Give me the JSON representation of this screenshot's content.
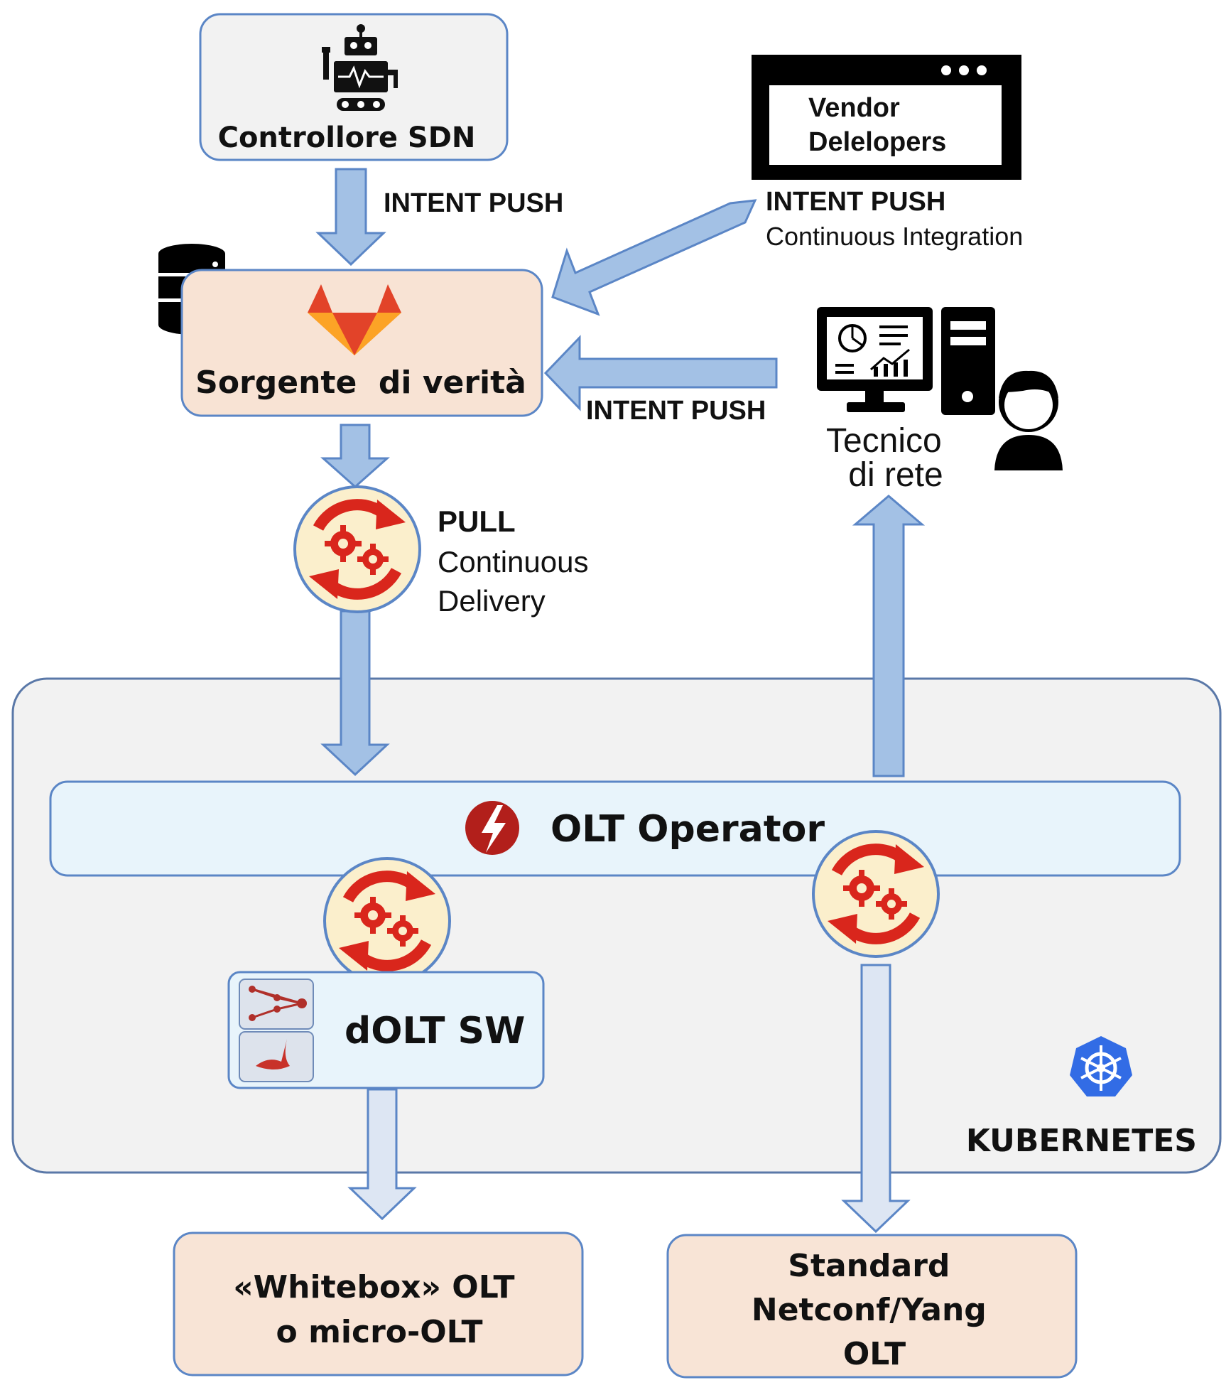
{
  "nodes": {
    "sdn_controller": "Controllore SDN",
    "vendor_developers": [
      "Vendor",
      "Delelopers"
    ],
    "source_of_truth": "Sorgente  di verità",
    "network_technician": [
      "Tecnico",
      "di rete"
    ],
    "olt_operator": "OLT Operator",
    "dolt_sw": "dOLT SW",
    "kubernetes": "KUBERNETES",
    "whitebox_olt": [
      "«Whitebox» OLT",
      "o micro-OLT"
    ],
    "standard_olt": [
      "Standard",
      "Netconf/Yang",
      "OLT"
    ]
  },
  "edges": {
    "intent_push_sdn": "INTENT PUSH",
    "intent_push_vendor": "INTENT PUSH",
    "continuous_integration": "Continuous Integration",
    "intent_push_tech": "INTENT PUSH",
    "pull": "PULL",
    "continuous_delivery": [
      "Continuous",
      "Delivery"
    ]
  },
  "colors": {
    "arrow_fill": "#a3c1e5",
    "arrow_stroke": "#5b86c6",
    "arrow_light_fill": "#dde6f3",
    "source_box": "#f8e3d4",
    "olt_box": "#f8e4d6",
    "sdn_box": "#f2f2f2",
    "k8s_box": "#f2f2f2",
    "operator_bar": "#e8f4fb",
    "gitlab_orange": "#e24329",
    "reconcile_red": "#d9261c",
    "reconcile_bg": "#fbefcc",
    "kubernetes_blue": "#326ce5"
  },
  "icons": [
    "robot-icon",
    "browser-window-icon",
    "database-icon",
    "gitlab-icon",
    "computer-icon",
    "user-icon",
    "reconcile-icon",
    "lightning-icon",
    "network-icon",
    "bird-icon",
    "kubernetes-icon"
  ]
}
